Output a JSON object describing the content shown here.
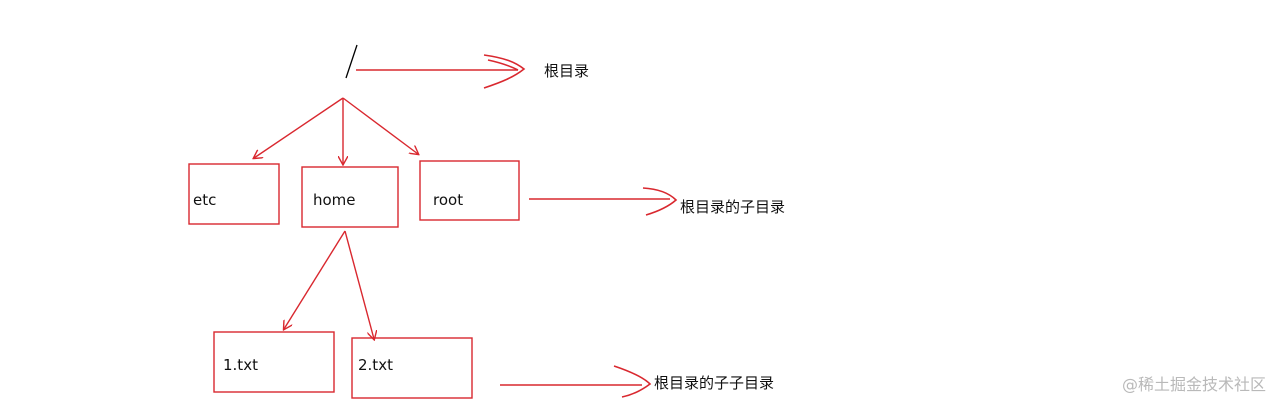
{
  "root": {
    "symbol": "/"
  },
  "nodes": {
    "etc": "etc",
    "home": "home",
    "root_dir": "root",
    "file1": "1.txt",
    "file2": "2.txt"
  },
  "annotations": {
    "root_label": "根目录",
    "child_label": "根目录的子目录",
    "grandchild_label": "根目录的子子目录"
  },
  "watermark": "@稀土掘金技术社区",
  "colors": {
    "stroke": "#d9282f",
    "text": "#111111",
    "watermark": "#b9b9b9"
  }
}
